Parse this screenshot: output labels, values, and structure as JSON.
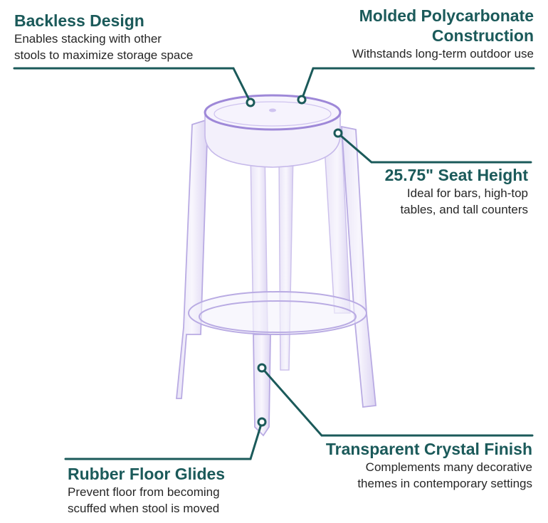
{
  "callouts": {
    "backless": {
      "title": "Backless Design",
      "desc_line1": "Enables stacking with other",
      "desc_line2": "stools to maximize storage space"
    },
    "molded": {
      "title_line1": "Molded Polycarbonate",
      "title_line2": "Construction",
      "desc": "Withstands long-term outdoor use"
    },
    "seat_height": {
      "title": "25.75\" Seat Height",
      "desc_line1": "Ideal for bars, high-top",
      "desc_line2": "tables, and tall counters"
    },
    "finish": {
      "title": "Transparent Crystal Finish",
      "desc_line1": "Complements many decorative",
      "desc_line2": "themes in contemporary settings"
    },
    "glides": {
      "title": "Rubber Floor Glides",
      "desc_line1": "Prevent floor from becoming",
      "desc_line2": "scuffed when stool is moved"
    }
  },
  "colors": {
    "accent": "#1b5a5a",
    "text": "#262626",
    "stool_tint": "#b7a6e0"
  }
}
